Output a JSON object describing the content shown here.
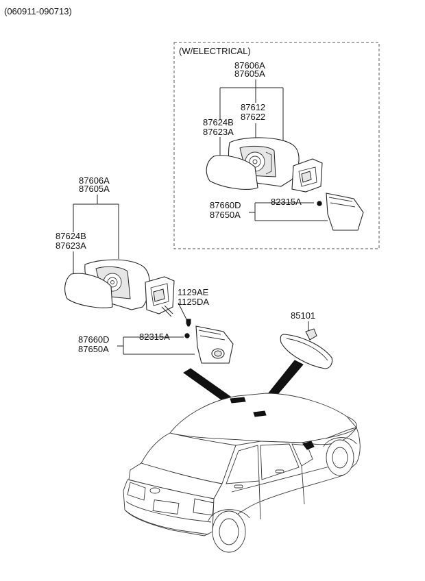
{
  "header": {
    "range": "(060911-090713)"
  },
  "electrical_box": {
    "title": "(W/ELECTRICAL)",
    "labels": {
      "housing_a": "87606A",
      "housing_b": "87605A",
      "actuator_a": "87612",
      "actuator_b": "87622",
      "glass_a": "87624B",
      "glass_b": "87623A",
      "cover_a": "87660D",
      "cover_b": "87650A",
      "screw": "82315A"
    }
  },
  "manual_mirror": {
    "labels": {
      "housing_a": "87606A",
      "housing_b": "87605A",
      "glass_a": "87624B",
      "glass_b": "87623A",
      "bolt_a": "1129AE",
      "bolt_b": "1125DA",
      "screw": "82315A",
      "cover_a": "87660D",
      "cover_b": "87650A"
    }
  },
  "inside_mirror": {
    "label": "85101"
  }
}
